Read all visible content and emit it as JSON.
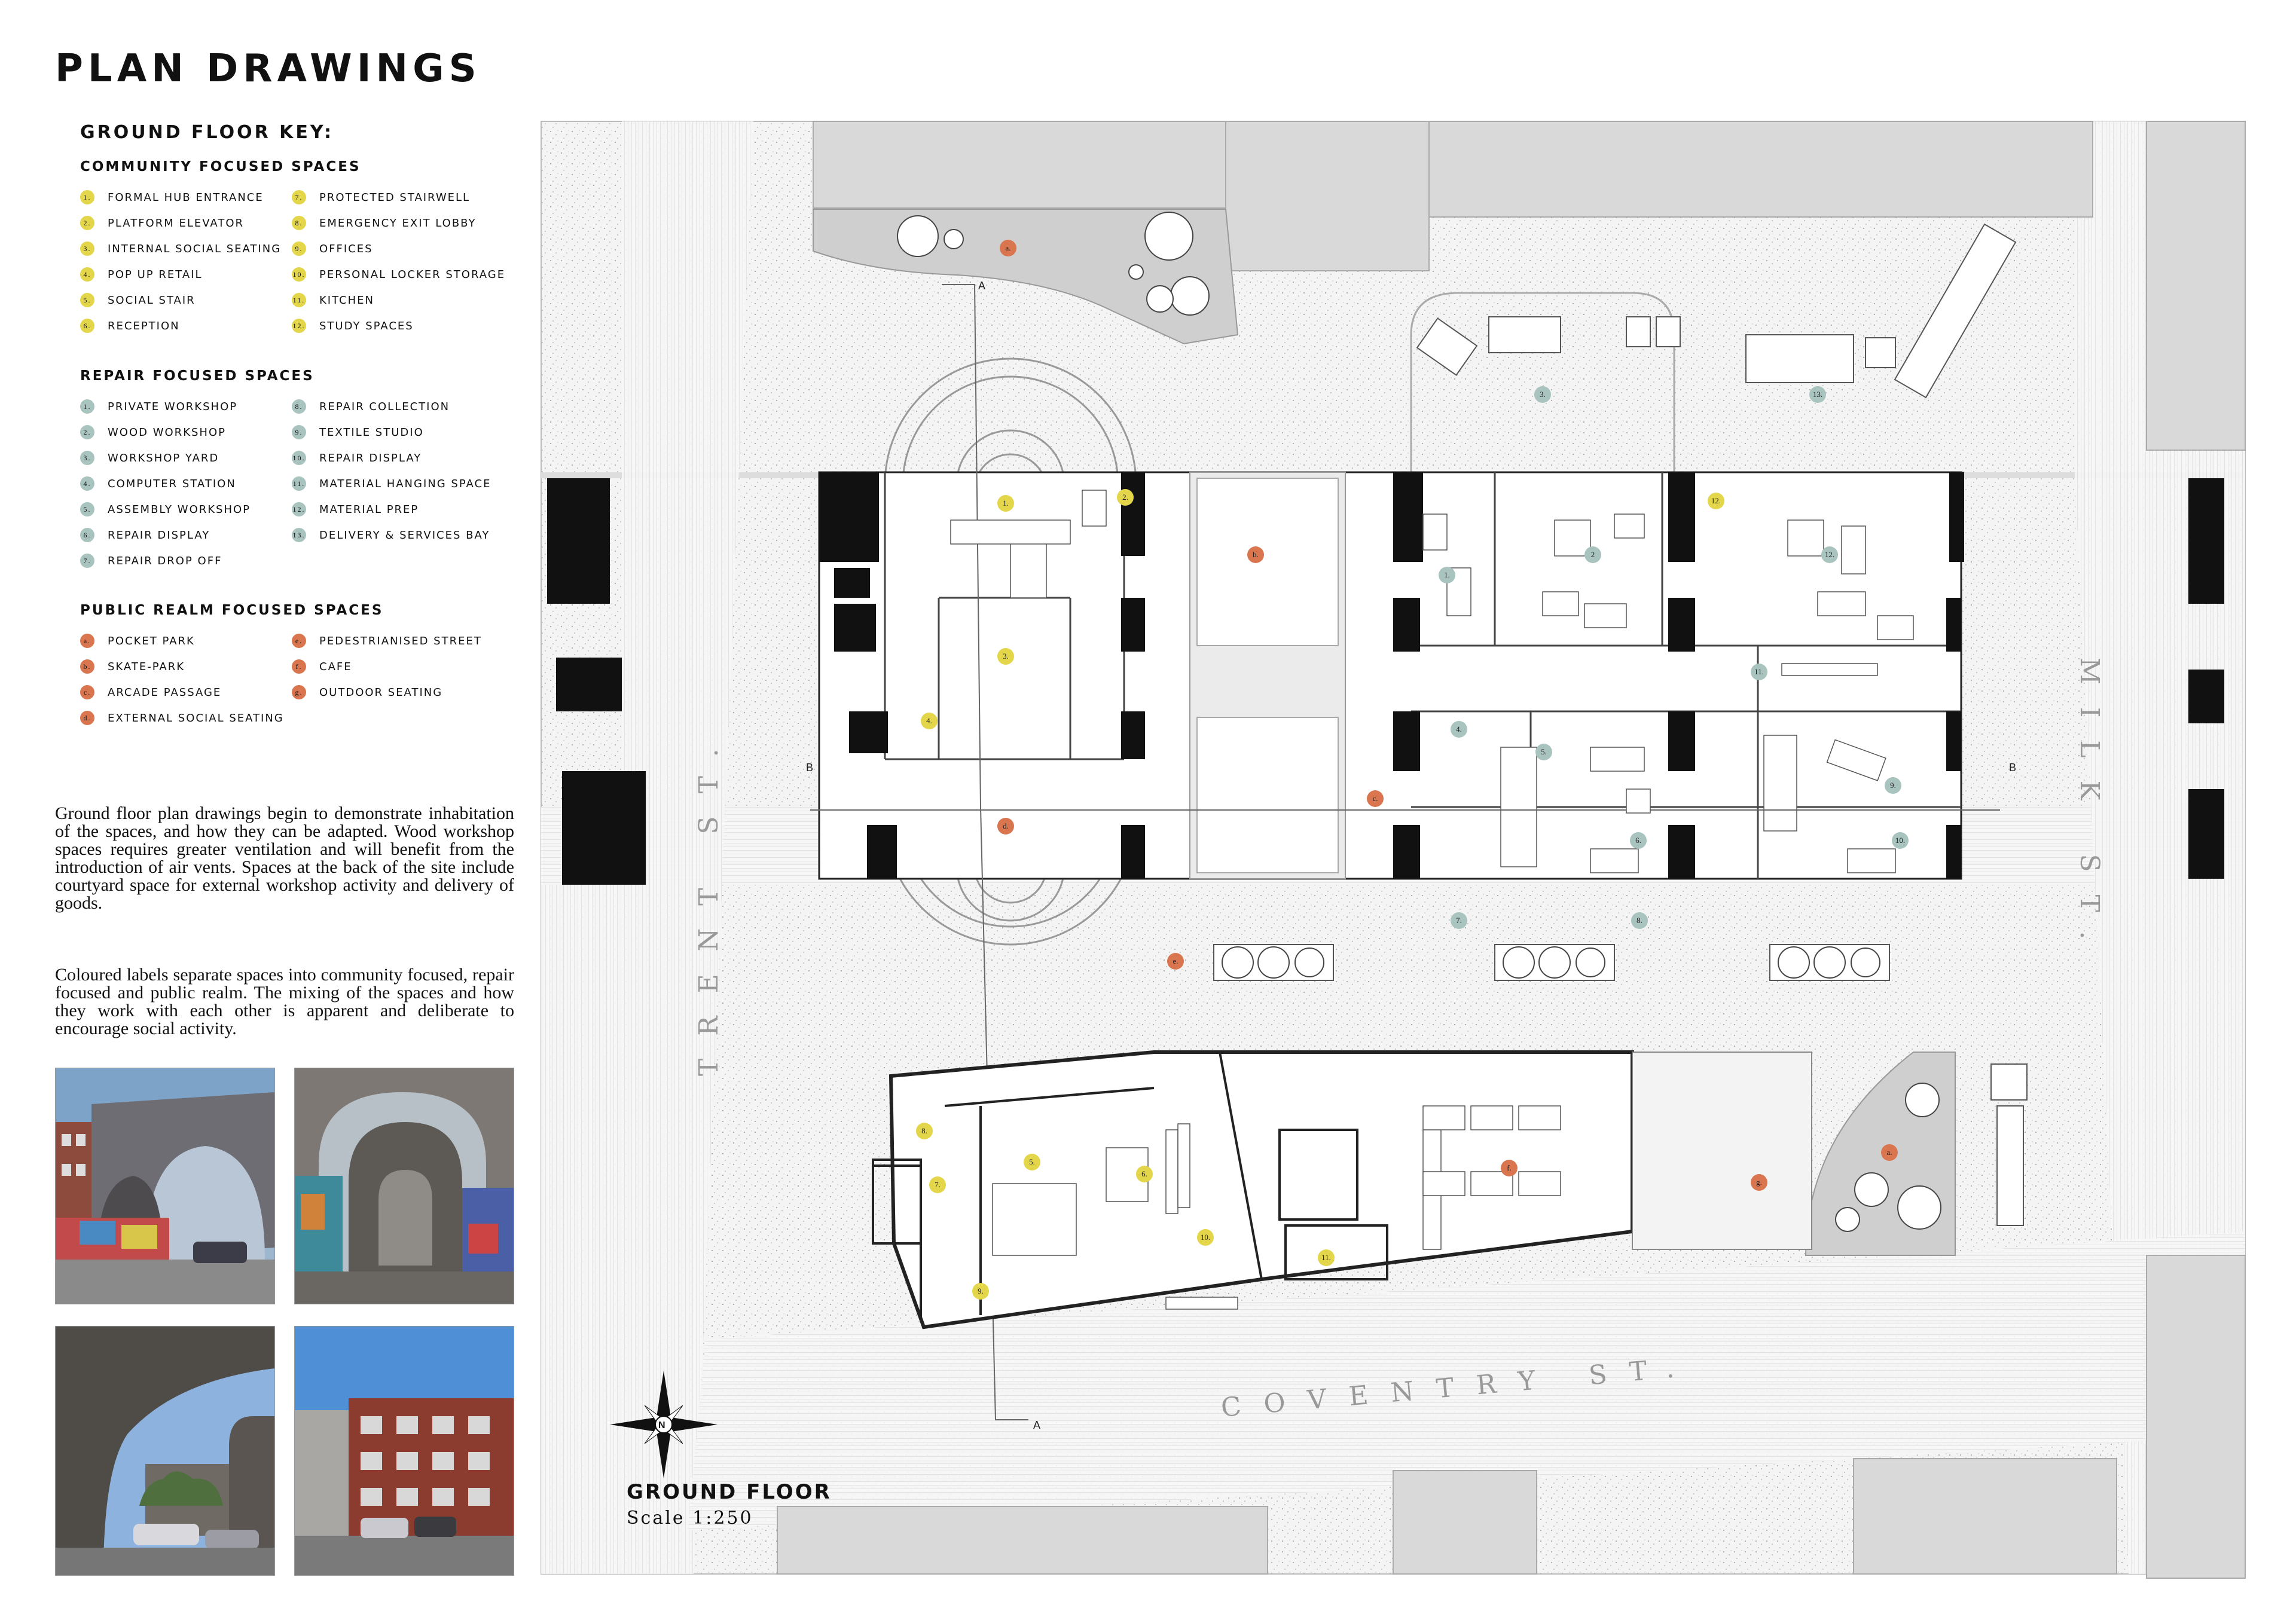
{
  "page_title": "PLAN DRAWINGS",
  "key": {
    "title": "GROUND FLOOR KEY:",
    "colors": {
      "community": "#e3d64a",
      "repair": "#a9c4be",
      "public": "#d9754f"
    },
    "community": {
      "heading": "COMMUNITY FOCUSED SPACES",
      "items": [
        {
          "n": "1.",
          "label": "FORMAL HUB ENTRANCE"
        },
        {
          "n": "2.",
          "label": "PLATFORM ELEVATOR"
        },
        {
          "n": "3.",
          "label": "INTERNAL SOCIAL SEATING"
        },
        {
          "n": "4.",
          "label": "POP UP RETAIL"
        },
        {
          "n": "5.",
          "label": "SOCIAL STAIR"
        },
        {
          "n": "6.",
          "label": "RECEPTION"
        },
        {
          "n": "7.",
          "label": "PROTECTED STAIRWELL"
        },
        {
          "n": "8.",
          "label": "EMERGENCY EXIT LOBBY"
        },
        {
          "n": "9.",
          "label": "OFFICES"
        },
        {
          "n": "10.",
          "label": "PERSONAL LOCKER STORAGE"
        },
        {
          "n": "11.",
          "label": "KITCHEN"
        },
        {
          "n": "12.",
          "label": "STUDY SPACES"
        }
      ]
    },
    "repair": {
      "heading": "REPAIR FOCUSED SPACES",
      "items": [
        {
          "n": "1.",
          "label": "PRIVATE WORKSHOP"
        },
        {
          "n": "2.",
          "label": "WOOD WORKSHOP"
        },
        {
          "n": "3.",
          "label": "WORKSHOP YARD"
        },
        {
          "n": "4.",
          "label": "COMPUTER STATION"
        },
        {
          "n": "5.",
          "label": "ASSEMBLY WORKSHOP"
        },
        {
          "n": "6.",
          "label": "REPAIR DISPLAY"
        },
        {
          "n": "7.",
          "label": "REPAIR DROP OFF"
        },
        {
          "n": "8.",
          "label": "REPAIR COLLECTION"
        },
        {
          "n": "9.",
          "label": "TEXTILE STUDIO"
        },
        {
          "n": "10.",
          "label": "REPAIR DISPLAY"
        },
        {
          "n": "11.",
          "label": "MATERIAL HANGING SPACE"
        },
        {
          "n": "12.",
          "label": "MATERIAL PREP"
        },
        {
          "n": "13.",
          "label": "DELIVERY & SERVICES BAY"
        }
      ]
    },
    "public": {
      "heading": "PUBLIC REALM FOCUSED SPACES",
      "items": [
        {
          "n": "a.",
          "label": "POCKET PARK"
        },
        {
          "n": "b.",
          "label": "SKATE-PARK"
        },
        {
          "n": "c.",
          "label": "ARCADE PASSAGE"
        },
        {
          "n": "d.",
          "label": "EXTERNAL SOCIAL SEATING"
        },
        {
          "n": "e.",
          "label": "PEDESTRIANISED STREET"
        },
        {
          "n": "f.",
          "label": "CAFE"
        },
        {
          "n": "g.",
          "label": "OUTDOOR SEATING"
        }
      ]
    }
  },
  "paragraph_1": "Ground floor plan drawings begin to demonstrate inhabitation of the spaces, and how they can be adapted. Wood workshop spaces requires greater ventilation and will benefit from the introduction of air vents. Spaces at the back of the site include courtyard space for external workshop activity and delivery of goods.",
  "paragraph_2": "Coloured labels separate spaces into community focused, repair focused and public realm. The mixing of the spaces and how they work with each other is apparent and deliberate to encourage social activity.",
  "plan": {
    "streets": {
      "trent": "TRENT ST.",
      "milk": "MILK ST.",
      "coventry": "COVENTRY ST."
    },
    "section_marks": {
      "a": "A",
      "b": "B"
    },
    "north": "N",
    "caption": "GROUND FLOOR",
    "scale": "Scale 1:250",
    "labels": [
      {
        "t": "a.",
        "k": "public"
      },
      {
        "t": "3.",
        "k": "repair"
      },
      {
        "t": "13.",
        "k": "repair"
      },
      {
        "t": "1.",
        "k": "community"
      },
      {
        "t": "2.",
        "k": "community"
      },
      {
        "t": "b.",
        "k": "public"
      },
      {
        "t": "12.",
        "k": "community"
      },
      {
        "t": "3.",
        "k": "community"
      },
      {
        "t": "1.",
        "k": "repair"
      },
      {
        "t": "2",
        "k": "repair"
      },
      {
        "t": "12.",
        "k": "repair"
      },
      {
        "t": "11.",
        "k": "repair"
      },
      {
        "t": "4.",
        "k": "community"
      },
      {
        "t": "4.",
        "k": "repair"
      },
      {
        "t": "5.",
        "k": "repair"
      },
      {
        "t": "c.",
        "k": "public"
      },
      {
        "t": "9.",
        "k": "repair"
      },
      {
        "t": "d.",
        "k": "public"
      },
      {
        "t": "6.",
        "k": "repair"
      },
      {
        "t": "10.",
        "k": "repair"
      },
      {
        "t": "7.",
        "k": "repair"
      },
      {
        "t": "8.",
        "k": "repair"
      },
      {
        "t": "e.",
        "k": "public"
      },
      {
        "t": "8.",
        "k": "community"
      },
      {
        "t": "5.",
        "k": "community"
      },
      {
        "t": "6.",
        "k": "community"
      },
      {
        "t": "7.",
        "k": "community"
      },
      {
        "t": "f.",
        "k": "public"
      },
      {
        "t": "g.",
        "k": "public"
      },
      {
        "t": "a.",
        "k": "public"
      },
      {
        "t": "10.",
        "k": "community"
      },
      {
        "t": "11.",
        "k": "community"
      },
      {
        "t": "9.",
        "k": "community"
      }
    ]
  }
}
